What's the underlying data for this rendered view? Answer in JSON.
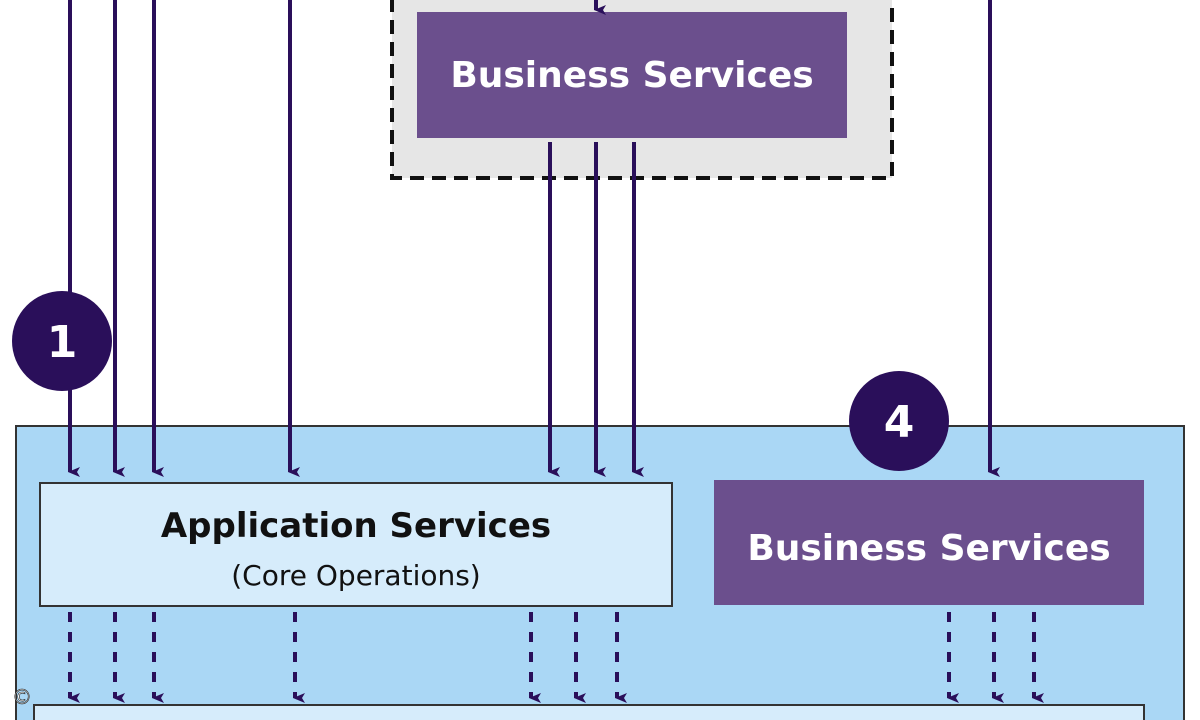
{
  "top_group": {
    "box_label": "Business Services"
  },
  "right_box": {
    "label": "Business Services"
  },
  "app_box": {
    "title": "Application Services",
    "subtitle": "(Core Operations)"
  },
  "badges": {
    "one": "1",
    "four": "4"
  },
  "copyright": "©",
  "colors": {
    "arrow": "#2a0f5a",
    "business_box": "#6b4f8d",
    "app_box": "#d6ecfb",
    "container": "#aad7f5",
    "badge": "#2a0f5a",
    "group_bg": "#e6e6e6"
  }
}
